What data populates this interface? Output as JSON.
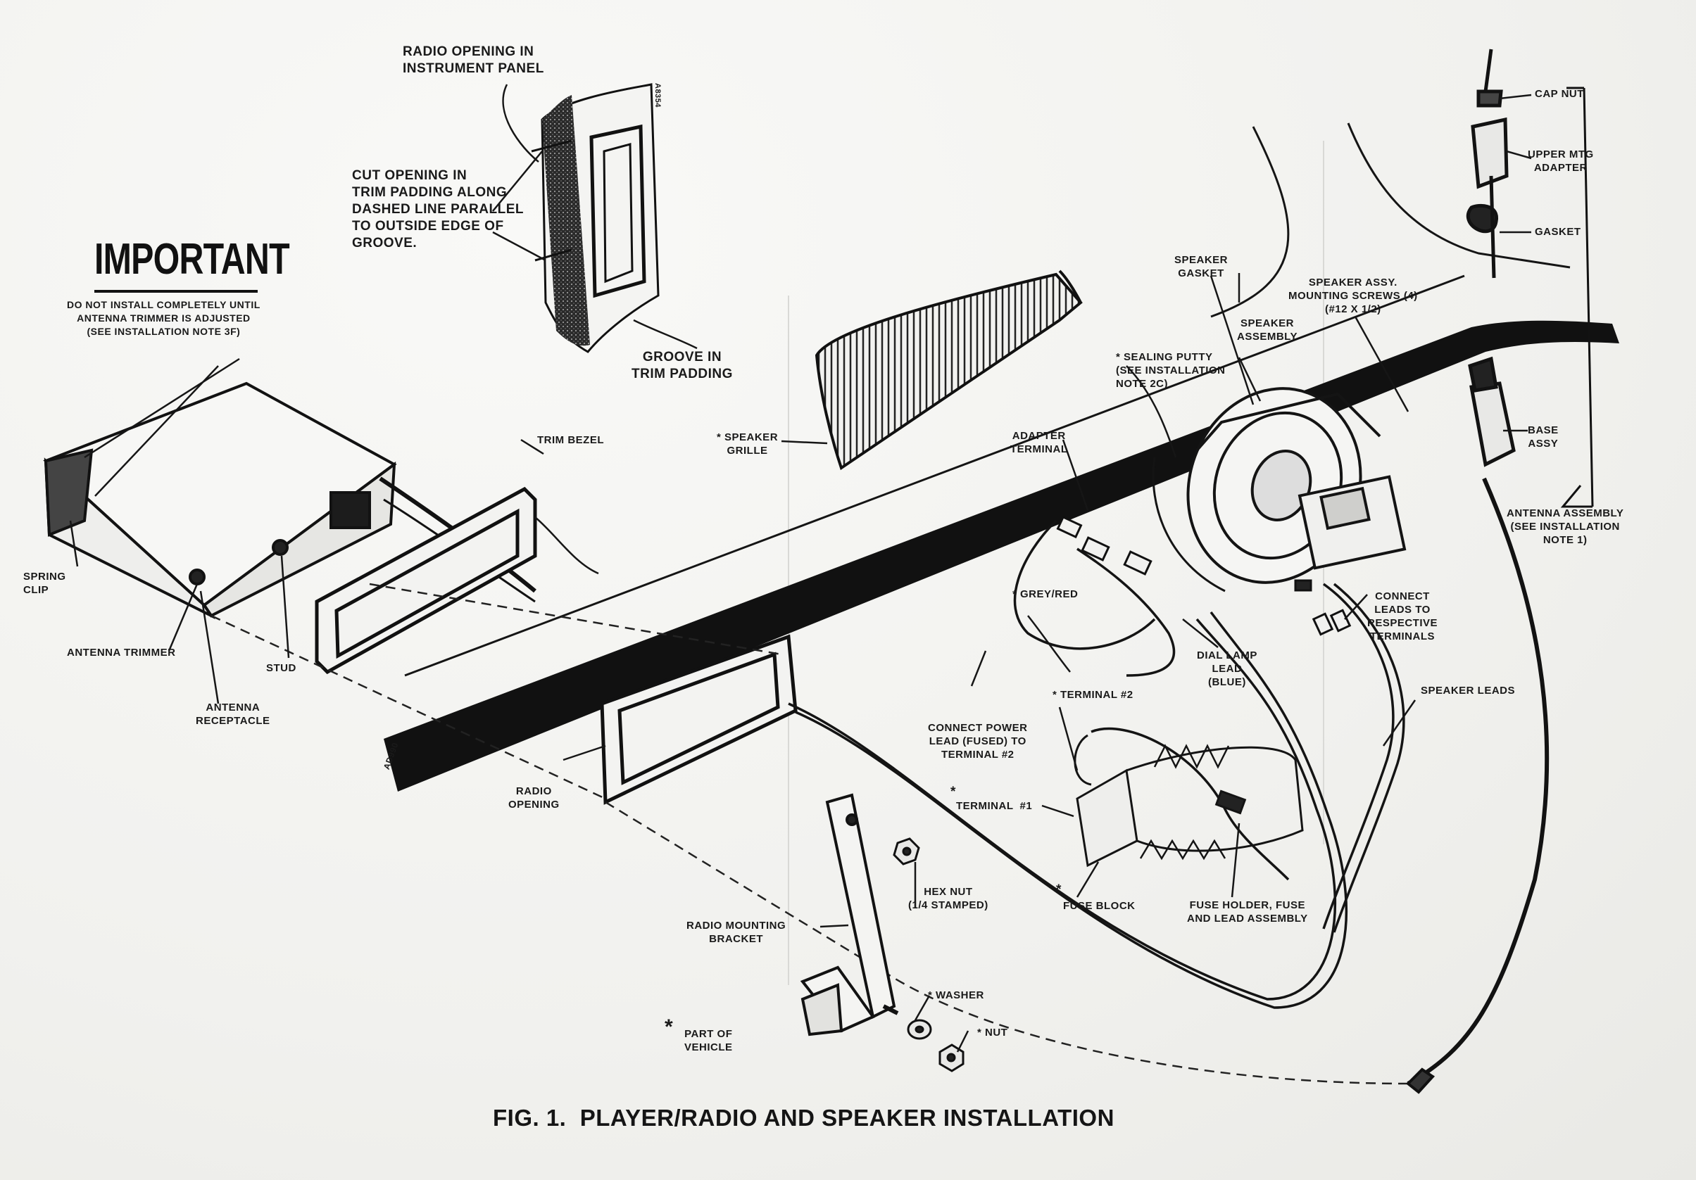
{
  "figure": {
    "caption": "FIG. 1.  PLAYER/RADIO AND SPEAKER INSTALLATION",
    "figure_code": "AD990"
  },
  "important": {
    "heading": "IMPORTANT",
    "note": "DO NOT INSTALL COMPLETELY UNTIL\nANTENNA TRIMMER IS ADJUSTED\n(SEE INSTALLATION NOTE 3F)"
  },
  "labels": {
    "radio_opening_instrument_panel": "RADIO OPENING IN\nINSTRUMENT PANEL",
    "cut_opening": "CUT OPENING IN\nTRIM PADDING ALONG\nDASHED LINE PARALLEL\nTO OUTSIDE EDGE OF\nGROOVE.",
    "groove": "GROOVE IN\nTRIM PADDING",
    "trim_bezel": "TRIM BEZEL",
    "spring_clip": "SPRING\nCLIP",
    "antenna_trimmer": "ANTENNA TRIMMER",
    "antenna_receptacle": "ANTENNA\nRECEPTACLE",
    "stud": "STUD",
    "speaker_grille": "* SPEAKER\nGRILLE",
    "speaker_gasket": "SPEAKER\nGASKET",
    "sealing_putty": "* SEALING PUTTY\n(SEE INSTALLATION\nNOTE 2c)",
    "adapter_terminal": "ADAPTER\nTERMINAL",
    "speaker_assembly": "SPEAKER\nASSEMBLY",
    "speaker_mounting_screws": "SPEAKER ASSY.\nMOUNTING SCREWS (4)\n(#12 x 1/2)",
    "cap_nut": "CAP NUT",
    "upper_mtg_adapter": "UPPER MTG\nADAPTER",
    "gasket": "GASKET",
    "base_assy": "BASE\nASSY",
    "antenna_assembly": "ANTENNA ASSEMBLY\n(SEE INSTALLATION\nNOTE 1)",
    "grey_red": "* GREY/RED",
    "connect_leads": "CONNECT\nLEADS TO\nRESPECTIVE\nTERMINALS",
    "dial_lamp_lead": "DIAL LAMP\nLEAD\n(BLUE)",
    "speaker_leads": "SPEAKER LEADS",
    "terminal_2": "* TERMINAL #2",
    "connect_power": "CONNECT POWER\nLEAD (FUSED) TO\nTERMINAL #2",
    "terminal_1": "TERMINAL  #1",
    "fuse_block": "FUSE BLOCK",
    "fuse_holder": "FUSE HOLDER, FUSE\nAND LEAD ASSEMBLY",
    "radio_opening": "RADIO\nOPENING",
    "hex_nut": "HEX NUT\n(1/4 STAMPED)",
    "radio_mounting_bracket": "RADIO MOUNTING\nBRACKET",
    "washer": "* WASHER",
    "nut": "* NUT",
    "part_of_vehicle": "PART OF\nVEHICLE",
    "asterisk": "*",
    "corner_code": "A8354"
  },
  "colors": {
    "ink": "#161616",
    "paper": "#f3f3f1",
    "bleed": "#c9c9c6"
  }
}
